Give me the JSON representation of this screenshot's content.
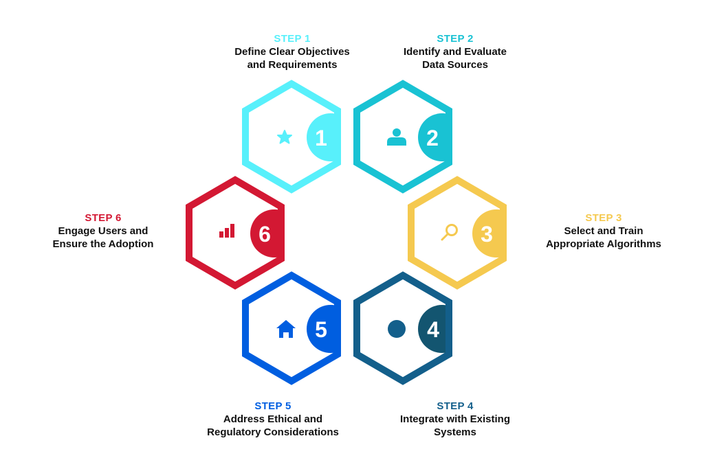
{
  "steps": [
    {
      "number": "1",
      "step_label": "STEP 1",
      "title_line1": "Define Clear Objectives",
      "title_line2": "and Requirements",
      "icon": "star-icon",
      "color": "#58f0fb",
      "circle_color": "#58f0fb"
    },
    {
      "number": "2",
      "step_label": "STEP 2",
      "title_line1": "Identify and Evaluate",
      "title_line2": "Data Sources",
      "icon": "user-icon",
      "color": "#19c2d3",
      "circle_color": "#19c2d3"
    },
    {
      "number": "3",
      "step_label": "STEP 3",
      "title_line1": "Select and Train",
      "title_line2": "Appropriate Algorithms",
      "icon": "search-icon",
      "color": "#f5c94f",
      "circle_color": "#f5c94f"
    },
    {
      "number": "4",
      "step_label": "STEP 4",
      "title_line1": "Integrate with Existing",
      "title_line2": "Systems",
      "icon": "circle-dot-icon",
      "color": "#135f8b",
      "circle_color": "#135570"
    },
    {
      "number": "5",
      "step_label": "STEP 5",
      "title_line1": "Address Ethical and",
      "title_line2": "Regulatory Considerations",
      "icon": "home-icon",
      "color": "#005ee0",
      "circle_color": "#005ee0"
    },
    {
      "number": "6",
      "step_label": "STEP 6",
      "title_line1": "Engage Users and",
      "title_line2": "Ensure the Adoption",
      "icon": "bar-chart-icon",
      "color": "#d31833",
      "circle_color": "#d31833"
    }
  ]
}
